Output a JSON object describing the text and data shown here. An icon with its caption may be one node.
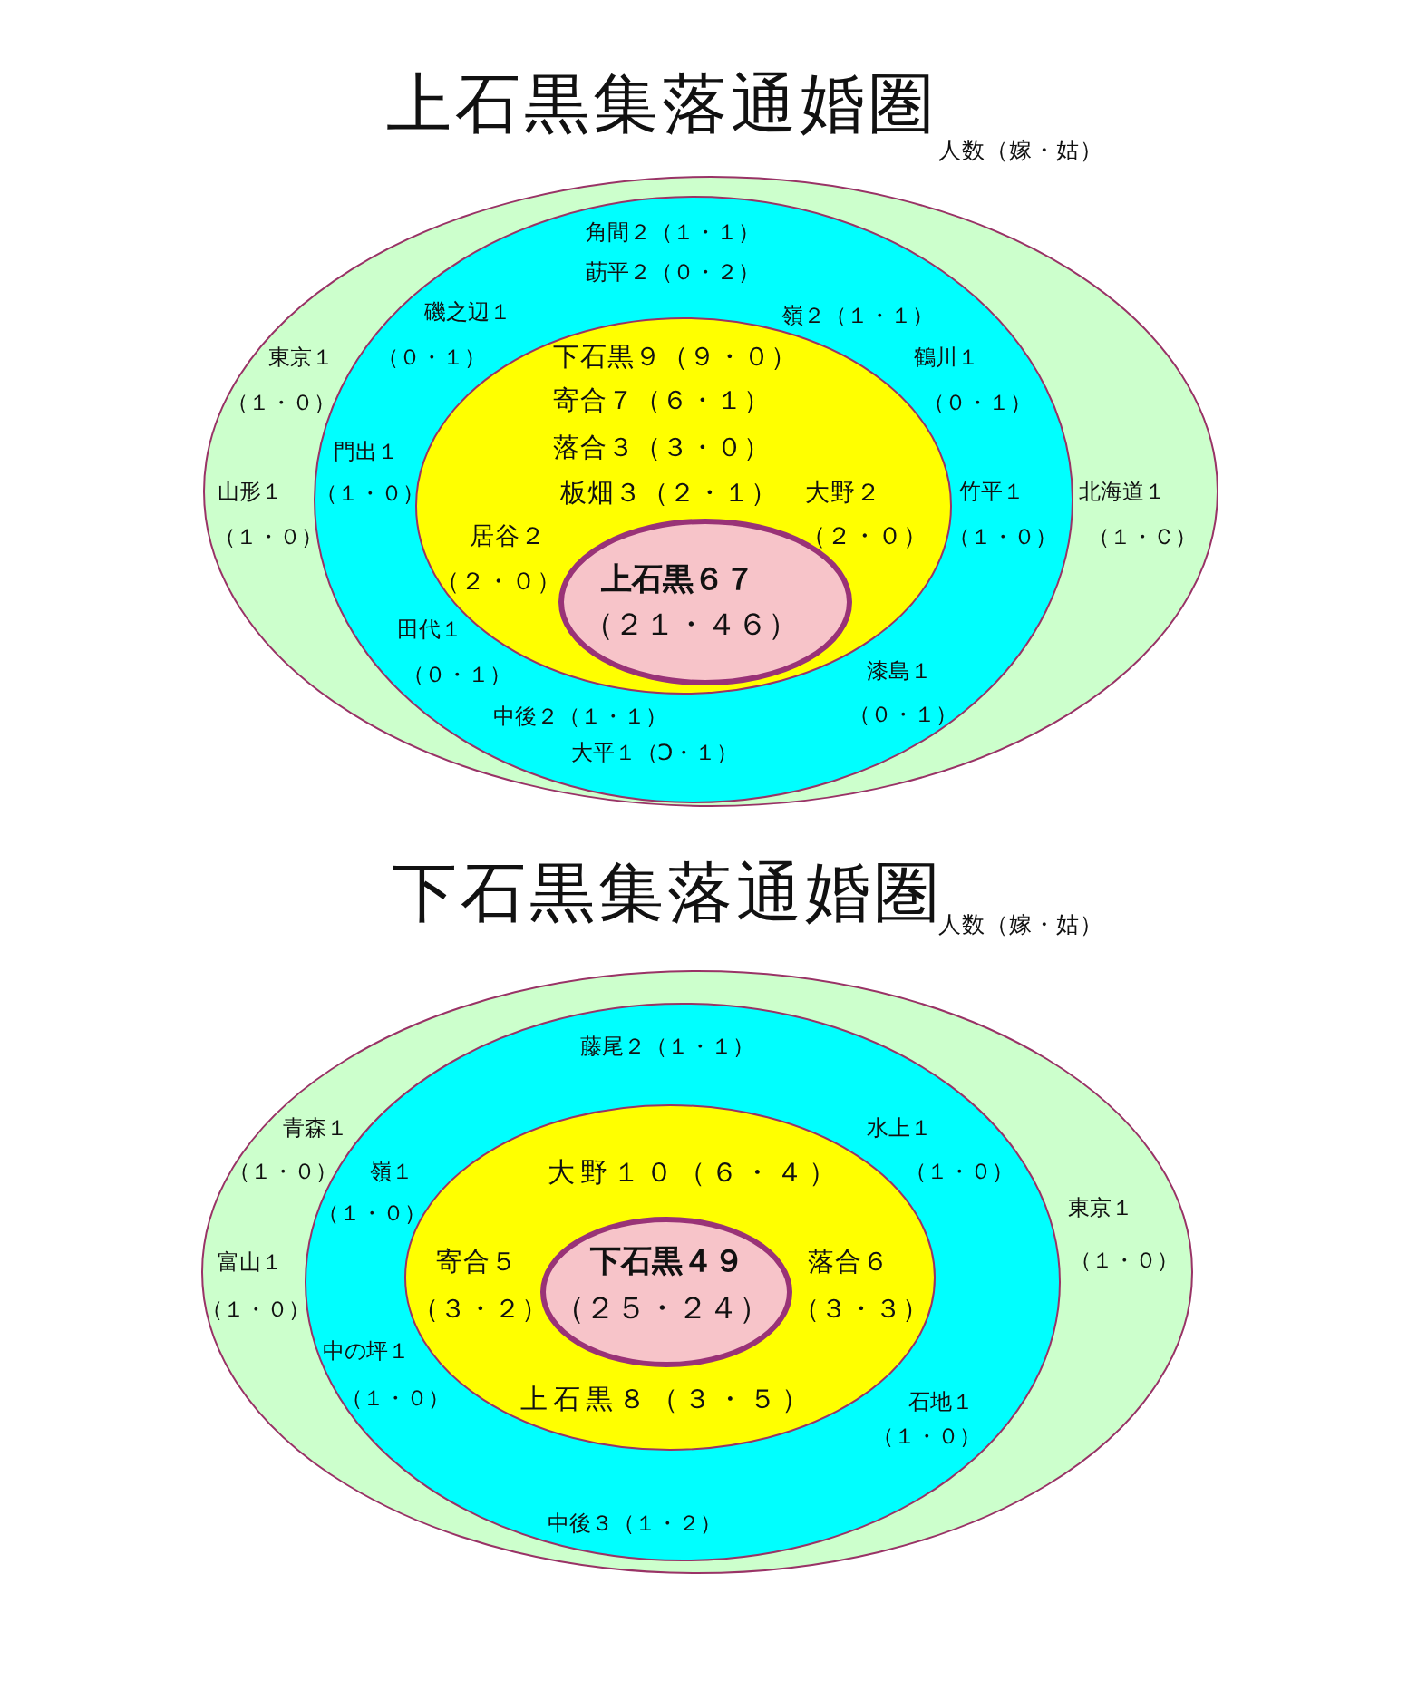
{
  "diagram": {
    "nodes": [
      {
        "text": [
          "東京１",
          "（１・０）",
          "山形１",
          "北海道１",
          "（１・０）",
          "（１・Ｃ）"
        ]
      },
      {
        "text": [
          "角間２（１・１）",
          "莇平２（０・２）",
          "磯之辺１",
          "嶺２（１・１）",
          "（０・１）",
          "鶴川１",
          "（０・１）",
          "門出１",
          "（１・０）",
          "竹平１",
          "（１・０）",
          "田代１",
          "（０・１）",
          "漆島１",
          "中後２（１・１）",
          "（０・１）",
          "大平１（Ↄ・１）"
        ],
        "in": 0
      },
      {
        "text": [
          "下石黒９（９・０）",
          "寄合７（６・１）",
          "落合３（３・０）",
          "板畑３（２・１）",
          "大野２",
          "居谷２",
          "（２・０）",
          "（２・０）"
        ],
        "in": 1
      },
      {
        "text": [
          "上石黒６７",
          "（２１・４６）"
        ],
        "in": 2
      },
      {
        "text": [
          "青森１",
          "（１・０）",
          "東京１",
          "富山１",
          "（１・０）",
          "（１・０）"
        ]
      },
      {
        "text": [
          "藤尾２（１・１）",
          "水上１",
          "嶺１",
          "（１・０）",
          "（１・０）",
          "中の坪１",
          "（１・０）",
          "石地１",
          "（１・０）",
          "中後３（１・２）"
        ],
        "in": 4
      },
      {
        "text": [
          "大野１０（６・４）",
          "寄合５",
          "落合６",
          "（３・２）",
          "（３・３）",
          "上石黒８（３・５）"
        ],
        "in": 5
      },
      {
        "text": [
          "下石黒４９",
          "（２５・２４）"
        ],
        "in": 6
      }
    ],
    "labels": [
      "上石黒集落通婚圏",
      "人数（嫁・姑）",
      "下石黒集落通婚圏",
      "人数（嫁・姑）"
    ]
  }
}
